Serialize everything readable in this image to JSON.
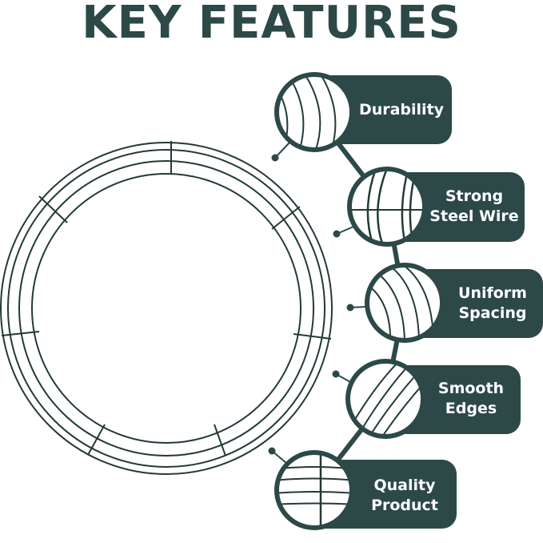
{
  "header": {
    "title": "KEY FEATURES"
  },
  "colors": {
    "primary": "#2c4948",
    "text_on_primary": "#ffffff",
    "wire": "#243a36"
  },
  "features": [
    {
      "label": "Durability",
      "icon": "wire-closeup-icon"
    },
    {
      "label": "Strong\nSteel Wire",
      "icon": "wire-closeup-icon"
    },
    {
      "label": "Uniform\nSpacing",
      "icon": "wire-closeup-icon"
    },
    {
      "label": "Smooth\nEdges",
      "icon": "wire-closeup-icon"
    },
    {
      "label": "Quality\nProduct",
      "icon": "wire-grid-closeup-icon"
    }
  ],
  "product": {
    "icon": "wire-wreath-frame-icon"
  }
}
